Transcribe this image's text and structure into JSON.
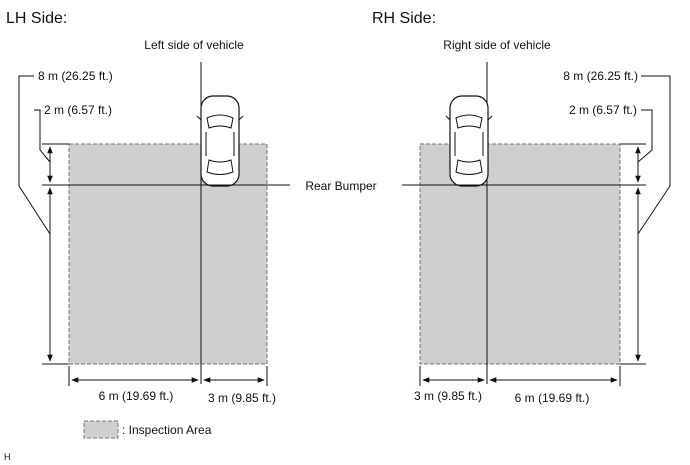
{
  "lh": {
    "title": "LH Side:",
    "caption": "Left side of vehicle",
    "dim_8m": "8 m (26.25 ft.)",
    "dim_2m": "2 m (6.57 ft.)",
    "dim_6m": "6 m (19.69 ft.)",
    "dim_3m": "3 m (9.85 ft.)"
  },
  "rh": {
    "title": "RH Side:",
    "caption": "Right side of vehicle",
    "dim_8m": "8 m (26.25 ft.)",
    "dim_2m": "2 m (6.57 ft.)",
    "dim_6m": "6 m (19.69 ft.)",
    "dim_3m": "3 m (9.85 ft.)"
  },
  "rear_bumper": "Rear Bumper",
  "legend": {
    "label": ": Inspection Area",
    "swatch_color": "#cfcfcf"
  },
  "corner_mark": "H"
}
